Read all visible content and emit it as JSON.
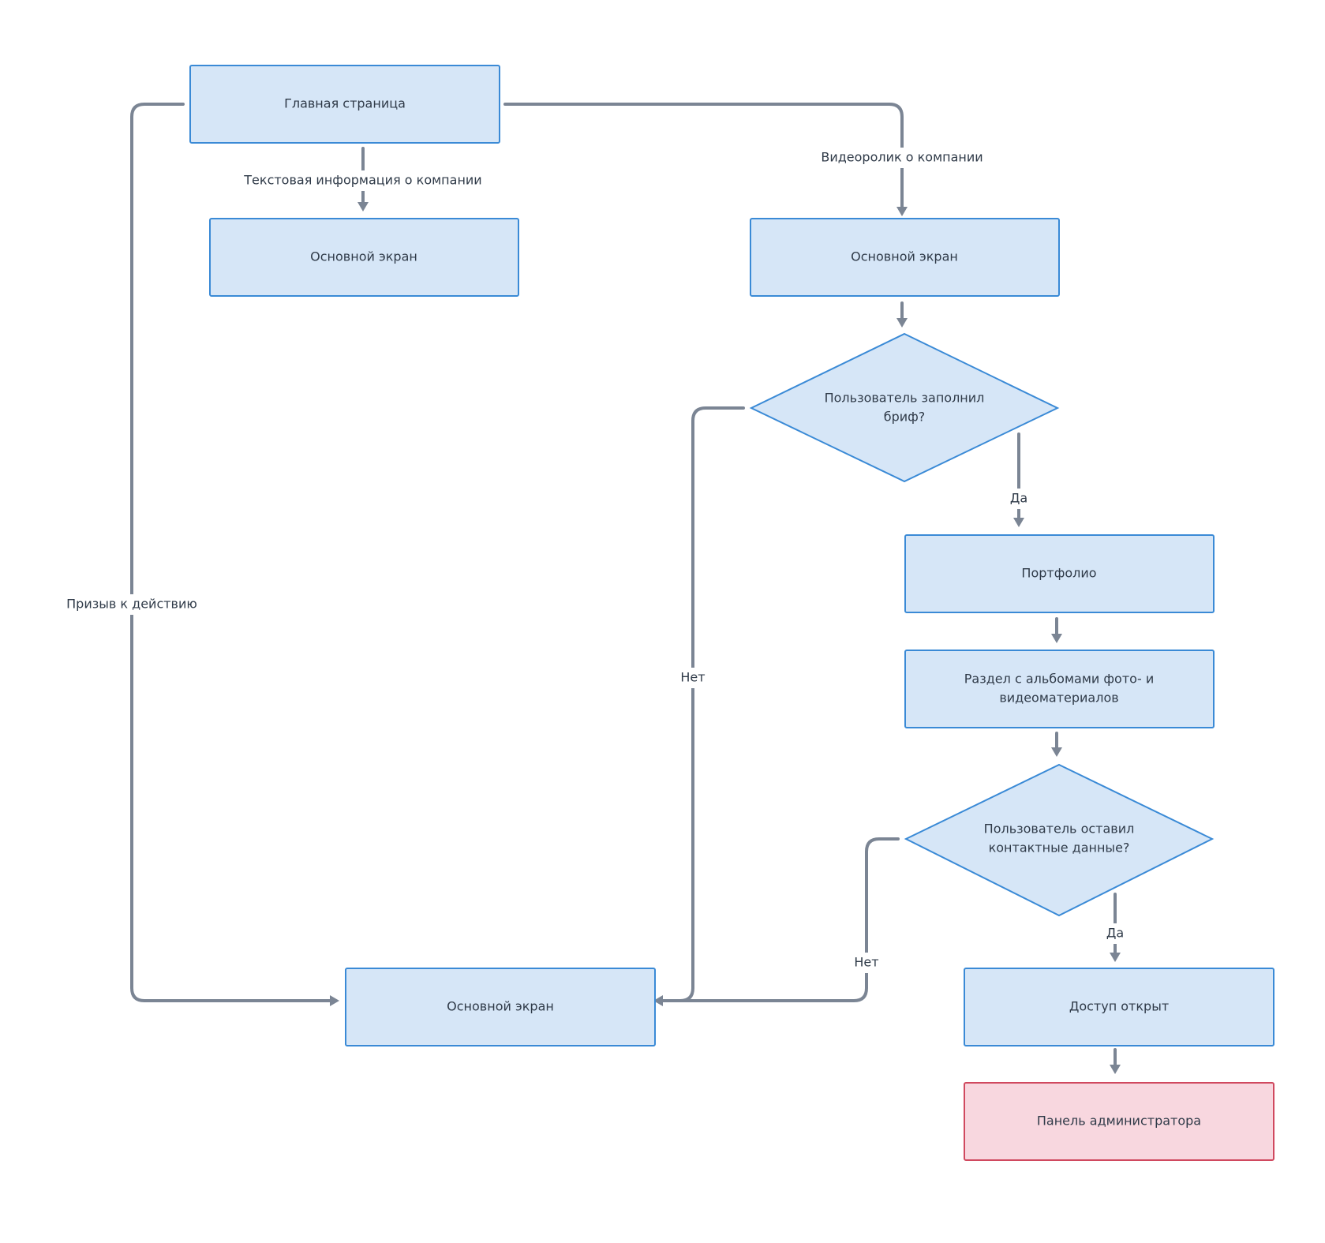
{
  "nodes": {
    "main_page": "Главная страница",
    "main_screen_left": "Основной экран",
    "main_screen_right": "Основной экран",
    "brief_question": [
      "Пользователь заполнил",
      "бриф?"
    ],
    "portfolio": "Портфолио",
    "albums": [
      "Раздел с альбомами фото- и",
      "видеоматериалов"
    ],
    "contacts_question": [
      "Пользователь оставил",
      "контактные данные?"
    ],
    "main_screen_bottom": "Основной экран",
    "access_open": "Доступ открыт",
    "admin_panel": "Панель администратора"
  },
  "edges": {
    "text_info": "Текстовая информация о компании",
    "video": "Видеоролик о компании",
    "call_to_action": "Призыв к действию",
    "yes_1": "Да",
    "no_1": "Нет",
    "yes_2": "Да",
    "no_2": "Нет"
  },
  "colors": {
    "node_fill": "#d6e6f7",
    "node_stroke": "#3a8ad6",
    "terminal_fill": "#f8d7df",
    "terminal_stroke": "#d0495f",
    "edge": "#7b8594",
    "text": "#2f3a48"
  }
}
